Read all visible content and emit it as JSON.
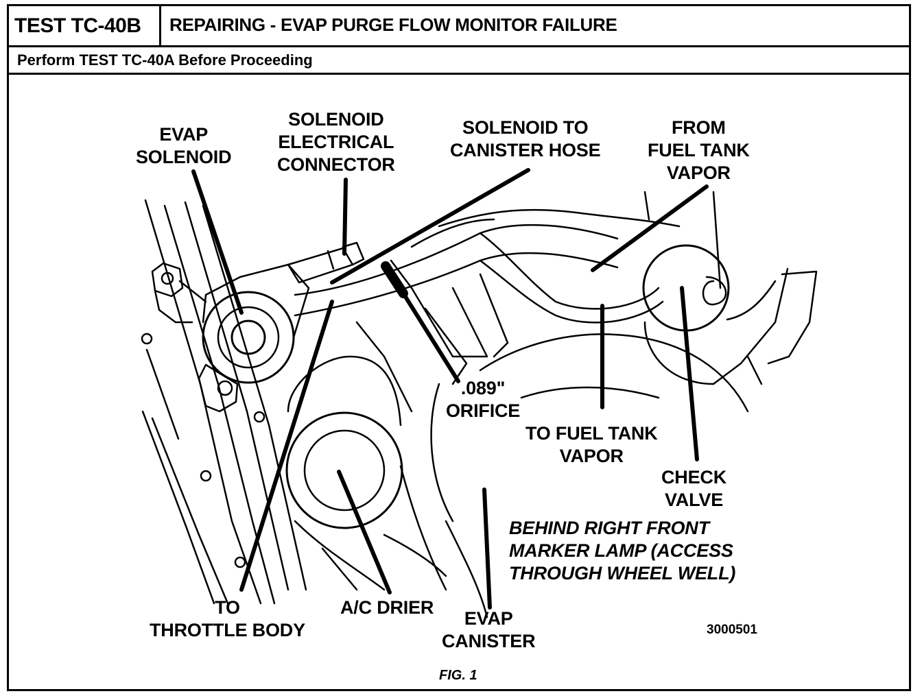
{
  "header": {
    "test_id": "TEST TC-40B",
    "title": "REPAIRING - EVAP PURGE FLOW MONITOR FAILURE",
    "prerequisite": "Perform TEST TC-40A Before Proceeding"
  },
  "labels": {
    "evap_solenoid": "EVAP\nSOLENOID",
    "solenoid_connector": "SOLENOID\nELECTRICAL\nCONNECTOR",
    "solenoid_canister_hose": "SOLENOID TO\nCANISTER HOSE",
    "from_fuel_tank": "FROM\nFUEL TANK\nVAPOR",
    "orifice": ".089\"\nORIFICE",
    "to_fuel_tank": "TO FUEL TANK\nVAPOR",
    "check_valve": "CHECK\nVALVE",
    "location_note": "BEHIND RIGHT FRONT\nMARKER LAMP (ACCESS\nTHROUGH WHEEL WELL)",
    "throttle_body": "TO\nTHROTTLE BODY",
    "ac_drier": "A/C DRIER",
    "evap_canister": "EVAP\nCANISTER"
  },
  "reference_number": "3000501",
  "figure_caption": "FIG. 1"
}
